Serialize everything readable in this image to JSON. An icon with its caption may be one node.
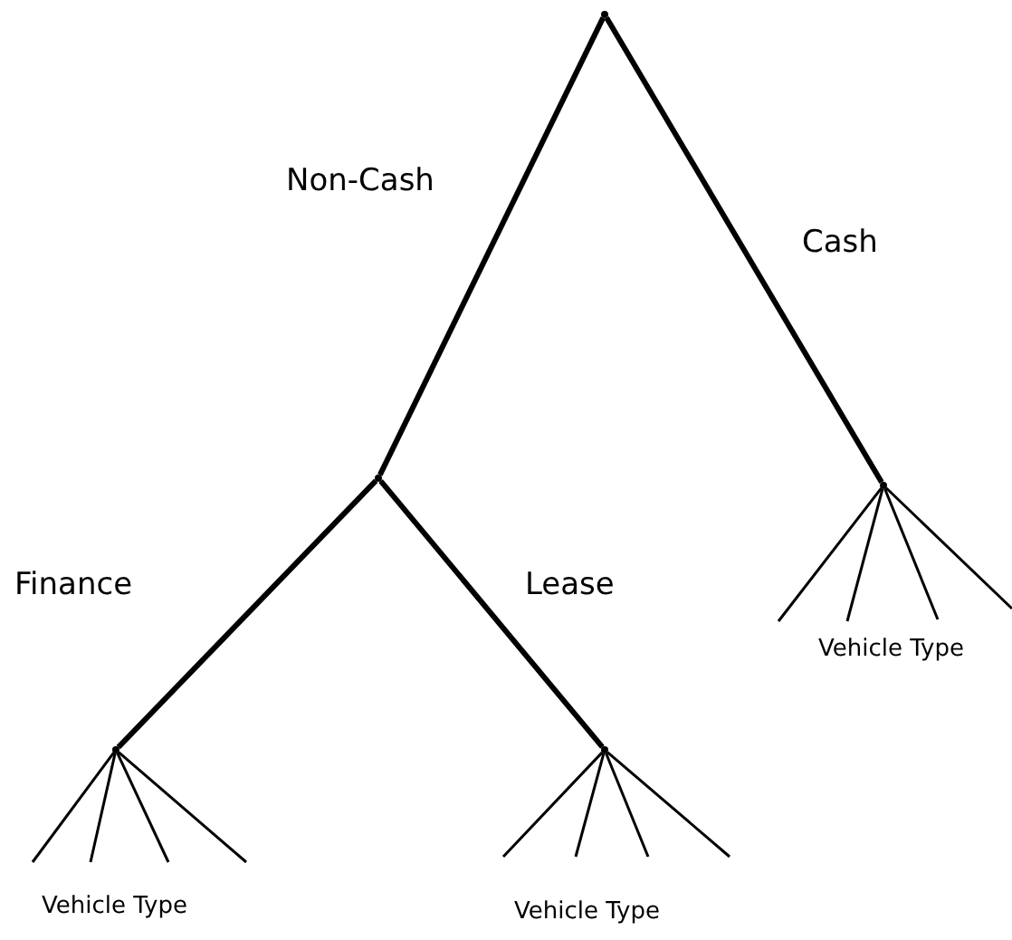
{
  "diagram": {
    "nodes": [
      {
        "text": [],
        "shape": "point"
      },
      {
        "text": [],
        "shape": "point"
      },
      {
        "text": [],
        "shape": "point"
      },
      {
        "text": [],
        "shape": "point"
      },
      {
        "text": [],
        "shape": "point"
      }
    ],
    "edges": [
      {
        "from": 0,
        "to": 1,
        "arrow": "none",
        "label": "Non-Cash",
        "style": "thick"
      },
      {
        "from": 0,
        "to": 2,
        "arrow": "none",
        "label": "Cash",
        "style": "thick"
      },
      {
        "from": 1,
        "to": 3,
        "arrow": "none",
        "label": "Finance",
        "style": "thick"
      },
      {
        "from": 1,
        "to": 4,
        "arrow": "none",
        "label": "Lease",
        "style": "thick"
      },
      {
        "from": 2,
        "to": null,
        "arrow": "none"
      },
      {
        "from": 2,
        "to": null,
        "arrow": "none"
      },
      {
        "from": 2,
        "to": null,
        "arrow": "none"
      },
      {
        "from": 2,
        "to": null,
        "arrow": "none"
      },
      {
        "from": 3,
        "to": null,
        "arrow": "none"
      },
      {
        "from": 3,
        "to": null,
        "arrow": "none"
      },
      {
        "from": 3,
        "to": null,
        "arrow": "none"
      },
      {
        "from": 3,
        "to": null,
        "arrow": "none"
      },
      {
        "from": 4,
        "to": null,
        "arrow": "none"
      },
      {
        "from": 4,
        "to": null,
        "arrow": "none"
      },
      {
        "from": 4,
        "to": null,
        "arrow": "none"
      },
      {
        "from": 4,
        "to": null,
        "arrow": "none"
      }
    ],
    "labels": [
      "Vehicle Type",
      "Vehicle Type",
      "Vehicle Type"
    ]
  }
}
